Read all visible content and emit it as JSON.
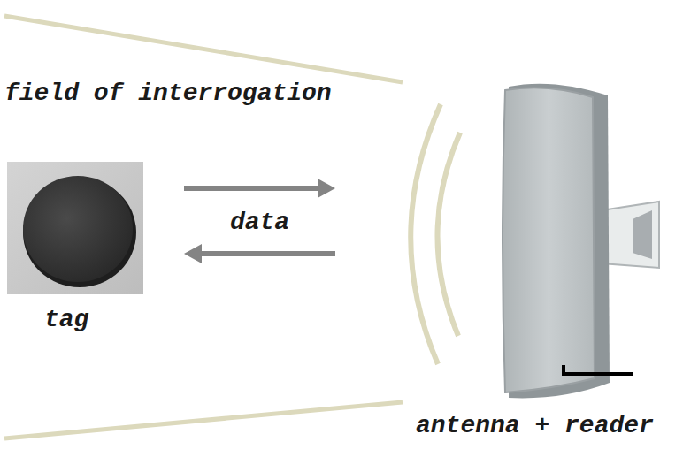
{
  "diagram": {
    "nodes": [
      {
        "text": [
          "tag"
        ]
      },
      {
        "text": [
          "antenna + reader"
        ]
      }
    ],
    "edges": [
      {
        "from": 0,
        "to": 1,
        "arrow": "to",
        "label": "data"
      },
      {
        "from": 1,
        "to": 0,
        "arrow": "to"
      }
    ],
    "labels": [
      "field of interrogation"
    ]
  }
}
